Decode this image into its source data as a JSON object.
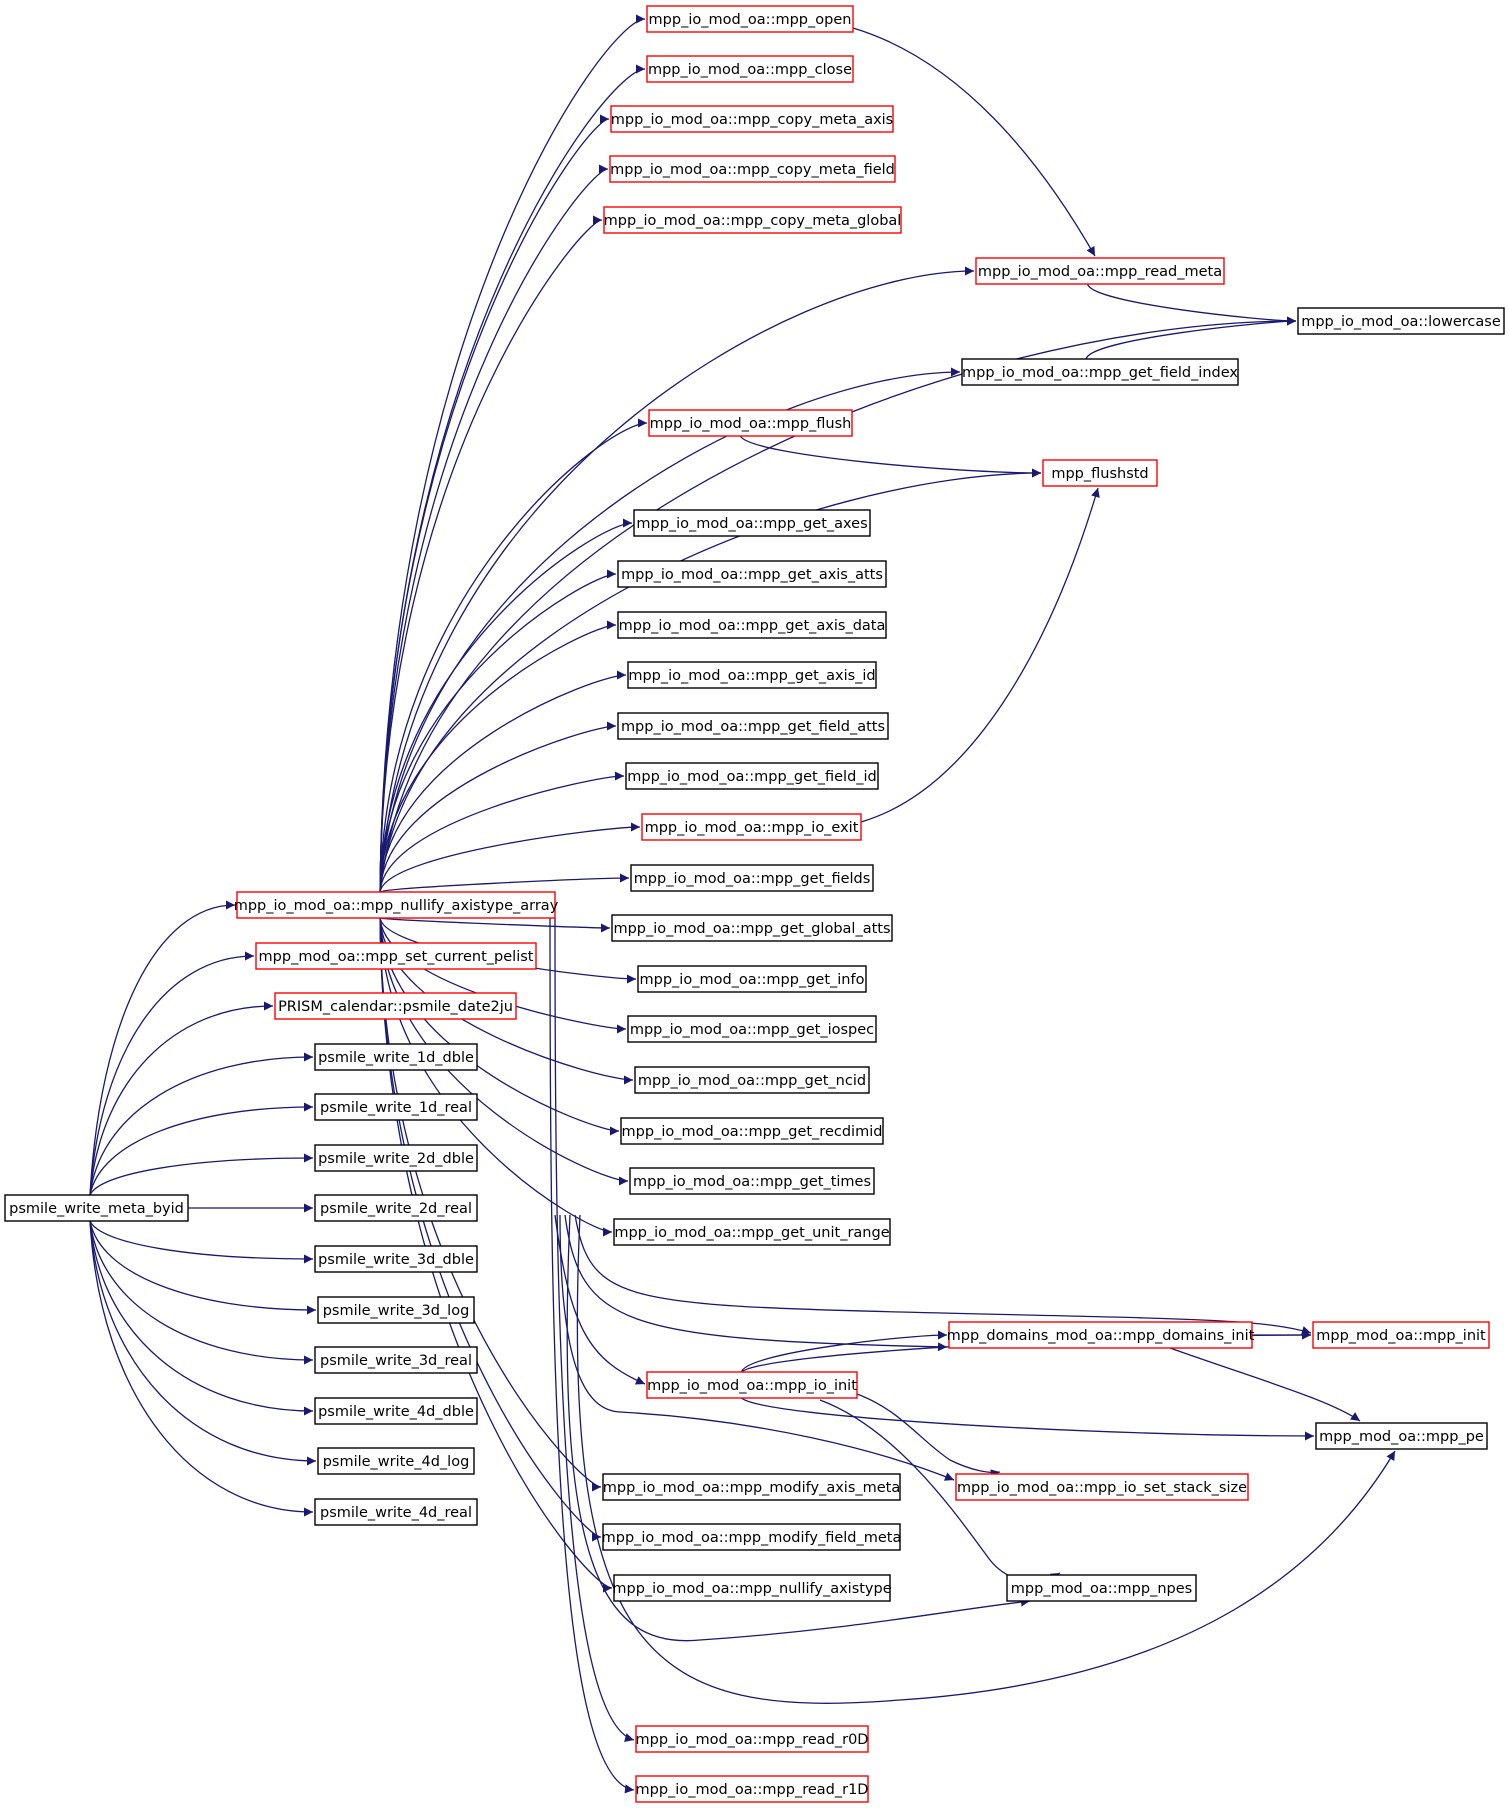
{
  "colors": {
    "edge": "#191970",
    "node_border_red": "#ff0000",
    "node_border_black": "#000000",
    "root_fill": "#bfbfbf",
    "background": "#ffffff"
  },
  "nodes": {
    "root": {
      "label": "psmile_write_meta_byid",
      "style": "root"
    },
    "nullify_array": {
      "label": "mpp_io_mod_oa::mpp_nullify_axistype_array",
      "style": "red"
    },
    "set_current_pelist": {
      "label": "mpp_mod_oa::mpp_set_current_pelist",
      "style": "red"
    },
    "date2ju": {
      "label": "PRISM_calendar::psmile_date2ju",
      "style": "red"
    },
    "w1d_dble": {
      "label": "psmile_write_1d_dble",
      "style": "black"
    },
    "w1d_real": {
      "label": "psmile_write_1d_real",
      "style": "black"
    },
    "w2d_dble": {
      "label": "psmile_write_2d_dble",
      "style": "black"
    },
    "w2d_real": {
      "label": "psmile_write_2d_real",
      "style": "black"
    },
    "w3d_dble": {
      "label": "psmile_write_3d_dble",
      "style": "black"
    },
    "w3d_log": {
      "label": "psmile_write_3d_log",
      "style": "black"
    },
    "w3d_real": {
      "label": "psmile_write_3d_real",
      "style": "black"
    },
    "w4d_dble": {
      "label": "psmile_write_4d_dble",
      "style": "black"
    },
    "w4d_log": {
      "label": "psmile_write_4d_log",
      "style": "black"
    },
    "w4d_real": {
      "label": "psmile_write_4d_real",
      "style": "black"
    },
    "open": {
      "label": "mpp_io_mod_oa::mpp_open",
      "style": "red"
    },
    "close": {
      "label": "mpp_io_mod_oa::mpp_close",
      "style": "red"
    },
    "copy_axis": {
      "label": "mpp_io_mod_oa::mpp_copy_meta_axis",
      "style": "red"
    },
    "copy_field": {
      "label": "mpp_io_mod_oa::mpp_copy_meta_field",
      "style": "red"
    },
    "copy_global": {
      "label": "mpp_io_mod_oa::mpp_copy_meta_global",
      "style": "red"
    },
    "read_meta": {
      "label": "mpp_io_mod_oa::mpp_read_meta",
      "style": "red"
    },
    "lowercase": {
      "label": "mpp_io_mod_oa::lowercase",
      "style": "black"
    },
    "get_field_index": {
      "label": "mpp_io_mod_oa::mpp_get_field_index",
      "style": "black"
    },
    "flush": {
      "label": "mpp_io_mod_oa::mpp_flush",
      "style": "red"
    },
    "flushstd": {
      "label": "mpp_flushstd",
      "style": "red"
    },
    "get_axes": {
      "label": "mpp_io_mod_oa::mpp_get_axes",
      "style": "black"
    },
    "get_axis_atts": {
      "label": "mpp_io_mod_oa::mpp_get_axis_atts",
      "style": "black"
    },
    "get_axis_data": {
      "label": "mpp_io_mod_oa::mpp_get_axis_data",
      "style": "black"
    },
    "get_axis_id": {
      "label": "mpp_io_mod_oa::mpp_get_axis_id",
      "style": "black"
    },
    "get_field_atts": {
      "label": "mpp_io_mod_oa::mpp_get_field_atts",
      "style": "black"
    },
    "get_field_id": {
      "label": "mpp_io_mod_oa::mpp_get_field_id",
      "style": "black"
    },
    "io_exit": {
      "label": "mpp_io_mod_oa::mpp_io_exit",
      "style": "red"
    },
    "get_fields": {
      "label": "mpp_io_mod_oa::mpp_get_fields",
      "style": "black"
    },
    "get_global_atts": {
      "label": "mpp_io_mod_oa::mpp_get_global_atts",
      "style": "black"
    },
    "get_info": {
      "label": "mpp_io_mod_oa::mpp_get_info",
      "style": "black"
    },
    "get_iospec": {
      "label": "mpp_io_mod_oa::mpp_get_iospec",
      "style": "black"
    },
    "get_ncid": {
      "label": "mpp_io_mod_oa::mpp_get_ncid",
      "style": "black"
    },
    "get_recdimid": {
      "label": "mpp_io_mod_oa::mpp_get_recdimid",
      "style": "black"
    },
    "get_times": {
      "label": "mpp_io_mod_oa::mpp_get_times",
      "style": "black"
    },
    "get_unit_range": {
      "label": "mpp_io_mod_oa::mpp_get_unit_range",
      "style": "black"
    },
    "mpp_init": {
      "label": "mpp_mod_oa::mpp_init",
      "style": "red"
    },
    "domains_init": {
      "label": "mpp_domains_mod_oa::mpp_domains_init",
      "style": "red"
    },
    "io_init": {
      "label": "mpp_io_mod_oa::mpp_io_init",
      "style": "red"
    },
    "mpp_pe": {
      "label": "mpp_mod_oa::mpp_pe",
      "style": "black"
    },
    "set_stack_size": {
      "label": "mpp_io_mod_oa::mpp_io_set_stack_size",
      "style": "red"
    },
    "modify_axis_meta": {
      "label": "mpp_io_mod_oa::mpp_modify_axis_meta",
      "style": "black"
    },
    "modify_field_meta": {
      "label": "mpp_io_mod_oa::mpp_modify_field_meta",
      "style": "black"
    },
    "nullify_axistype": {
      "label": "mpp_io_mod_oa::mpp_nullify_axistype",
      "style": "black"
    },
    "mpp_npes": {
      "label": "mpp_mod_oa::mpp_npes",
      "style": "black"
    },
    "read_r0D": {
      "label": "mpp_io_mod_oa::mpp_read_r0D",
      "style": "red"
    },
    "read_r1D": {
      "label": "mpp_io_mod_oa::mpp_read_r1D",
      "style": "red"
    }
  },
  "edges": [
    [
      "root",
      "nullify_array"
    ],
    [
      "root",
      "set_current_pelist"
    ],
    [
      "root",
      "date2ju"
    ],
    [
      "root",
      "w1d_dble"
    ],
    [
      "root",
      "w1d_real"
    ],
    [
      "root",
      "w2d_dble"
    ],
    [
      "root",
      "w2d_real"
    ],
    [
      "root",
      "w3d_dble"
    ],
    [
      "root",
      "w3d_log"
    ],
    [
      "root",
      "w3d_real"
    ],
    [
      "root",
      "w4d_dble"
    ],
    [
      "root",
      "w4d_log"
    ],
    [
      "root",
      "w4d_real"
    ],
    [
      "nullify_array",
      "open"
    ],
    [
      "nullify_array",
      "close"
    ],
    [
      "nullify_array",
      "copy_axis"
    ],
    [
      "nullify_array",
      "copy_field"
    ],
    [
      "nullify_array",
      "copy_global"
    ],
    [
      "nullify_array",
      "read_meta"
    ],
    [
      "nullify_array",
      "lowercase"
    ],
    [
      "nullify_array",
      "get_field_index"
    ],
    [
      "nullify_array",
      "flush"
    ],
    [
      "nullify_array",
      "flushstd"
    ],
    [
      "nullify_array",
      "get_axes"
    ],
    [
      "nullify_array",
      "get_axis_atts"
    ],
    [
      "nullify_array",
      "get_axis_data"
    ],
    [
      "nullify_array",
      "get_axis_id"
    ],
    [
      "nullify_array",
      "get_field_atts"
    ],
    [
      "nullify_array",
      "get_field_id"
    ],
    [
      "nullify_array",
      "io_exit"
    ],
    [
      "nullify_array",
      "get_fields"
    ],
    [
      "nullify_array",
      "get_global_atts"
    ],
    [
      "nullify_array",
      "get_info"
    ],
    [
      "nullify_array",
      "get_iospec"
    ],
    [
      "nullify_array",
      "get_ncid"
    ],
    [
      "nullify_array",
      "get_recdimid"
    ],
    [
      "nullify_array",
      "get_times"
    ],
    [
      "nullify_array",
      "get_unit_range"
    ],
    [
      "nullify_array",
      "mpp_init"
    ],
    [
      "nullify_array",
      "domains_init"
    ],
    [
      "nullify_array",
      "io_init"
    ],
    [
      "nullify_array",
      "set_stack_size"
    ],
    [
      "nullify_array",
      "modify_axis_meta"
    ],
    [
      "nullify_array",
      "modify_field_meta"
    ],
    [
      "nullify_array",
      "nullify_axistype"
    ],
    [
      "nullify_array",
      "mpp_npes"
    ],
    [
      "nullify_array",
      "mpp_pe"
    ],
    [
      "nullify_array",
      "read_r0D"
    ],
    [
      "nullify_array",
      "read_r1D"
    ],
    [
      "open",
      "read_meta"
    ],
    [
      "read_meta",
      "lowercase"
    ],
    [
      "get_field_index",
      "lowercase"
    ],
    [
      "flush",
      "flushstd"
    ],
    [
      "io_exit",
      "flushstd"
    ],
    [
      "domains_init",
      "mpp_init"
    ],
    [
      "domains_init",
      "mpp_pe"
    ],
    [
      "io_init",
      "domains_init"
    ],
    [
      "io_init",
      "mpp_init"
    ],
    [
      "io_init",
      "mpp_pe"
    ],
    [
      "io_init",
      "set_stack_size"
    ],
    [
      "io_init",
      "mpp_npes"
    ]
  ]
}
